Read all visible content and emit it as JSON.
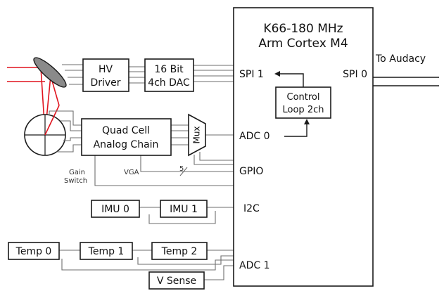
{
  "mcu": {
    "line1": "K66-180 MHz",
    "line2": "Arm Cortex M4"
  },
  "ports": {
    "spi1": "SPI 1",
    "spi0": "SPI 0",
    "adc0": "ADC 0",
    "gpio": "GPIO",
    "i2c": "I2C",
    "adc1": "ADC 1"
  },
  "blocks": {
    "hv_driver": {
      "line1": "HV",
      "line2": "Driver"
    },
    "dac": {
      "line1": "16 Bit",
      "line2": "4ch DAC"
    },
    "control_loop": {
      "line1": "Control",
      "line2": "Loop 2ch"
    },
    "quad_cell": {
      "line1": "Quad Cell",
      "line2": "Analog Chain"
    },
    "mux": "Mux",
    "imu0": "IMU 0",
    "imu1": "IMU 1",
    "temp0": "Temp 0",
    "temp1": "Temp 1",
    "temp2": "Temp 2",
    "vsense": "V Sense"
  },
  "labels": {
    "to_audacy": "To Audacy",
    "vga": "VGA",
    "bus_width": "5",
    "gain_line1": "Gain",
    "gain_line2": "Switch"
  },
  "colors": {
    "laser": "#e0141e",
    "stroke": "#1a1a1a",
    "mirror_fill": "#8a8a8a"
  }
}
